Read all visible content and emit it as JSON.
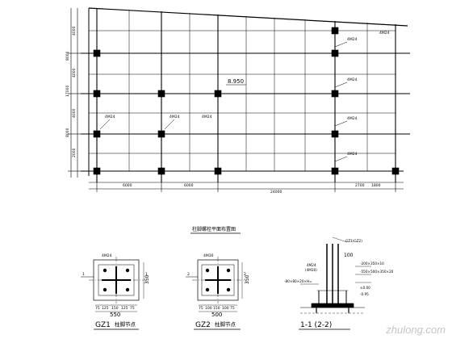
{
  "plan": {
    "title": "柱脚螺栓平面布置图",
    "elevation_label": "8.950",
    "bolt_tags": [
      "4M24",
      "4M24",
      "4M24",
      "4M24",
      "4M24",
      "4M24",
      "4M24",
      "4M24"
    ],
    "bottom_dims": [
      "6000",
      "6000",
      "24000",
      "2700",
      "1800"
    ],
    "left_dims": [
      "4000",
      "8000",
      "4000",
      "17000",
      "4000",
      "8000",
      "2000"
    ]
  },
  "details": {
    "gz1": {
      "name": "GZ1",
      "caption": "柱脚节点",
      "dims_bottom": [
        "75",
        "125",
        "150",
        "125",
        "75"
      ],
      "total_width": "550",
      "right_dim": "350",
      "bolt_label": "4M24",
      "section_marks": [
        "1",
        "1"
      ]
    },
    "gz2": {
      "name": "GZ2",
      "caption": "柱脚节点",
      "dims_bottom": [
        "75",
        "100",
        "150",
        "100",
        "75"
      ],
      "total_width": "500",
      "right_dim": "350",
      "bolt_label": "4M30",
      "section_marks": [
        "2",
        "2"
      ]
    },
    "section": {
      "title": "1-1 (2-2)",
      "labels": [
        "GZ1(GZ2)",
        "100",
        "4M24",
        "(4M30)",
        "-200×350×10",
        "-550×500×350×20",
        "-80×80×20×H=",
        "±0.00",
        "-0.95"
      ]
    }
  },
  "watermark": "zhulong.com"
}
